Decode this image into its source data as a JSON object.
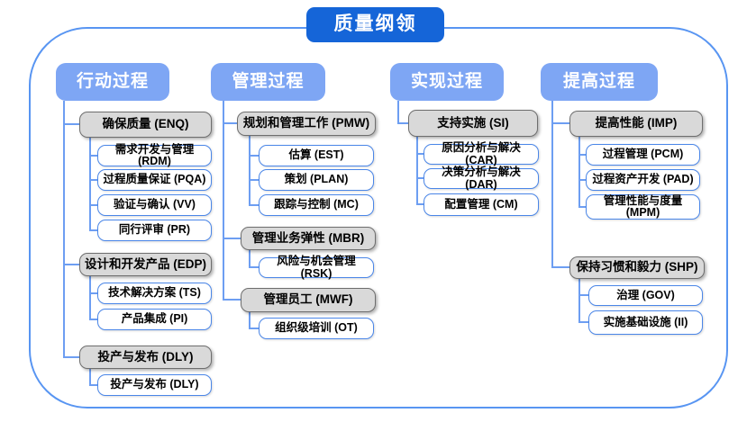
{
  "title": "质量纲领",
  "colors": {
    "title_bg": "#1565D8",
    "header_bg": "#7EA6F4",
    "group_bg": "#D9D9D9",
    "group_border": "#6E6E6E",
    "leaf_border": "#4A86E8",
    "connector": "#6D9EF2",
    "frame_border": "#5895F2"
  },
  "columns": [
    {
      "header": "行动过程",
      "groups": [
        {
          "label": "确保质量 (ENQ)",
          "items": [
            "需求开发与管理 (RDM)",
            "过程质量保证 (PQA)",
            "验证与确认 (VV)",
            "同行评审 (PR)"
          ]
        },
        {
          "label": "设计和开发产品 (EDP)",
          "items": [
            "技术解决方案 (TS)",
            "产品集成 (PI)"
          ]
        },
        {
          "label": "投产与发布 (DLY)",
          "items": [
            "投产与发布 (DLY)"
          ]
        }
      ]
    },
    {
      "header": "管理过程",
      "groups": [
        {
          "label": "规划和管理工作 (PMW)",
          "items": [
            "估算 (EST)",
            "策划 (PLAN)",
            "跟踪与控制 (MC)"
          ]
        },
        {
          "label": "管理业务弹性 (MBR)",
          "items": [
            "风险与机会管理 (RSK)"
          ]
        },
        {
          "label": "管理员工 (MWF)",
          "items": [
            "组织级培训 (OT)"
          ]
        }
      ]
    },
    {
      "header": "实现过程",
      "groups": [
        {
          "label": "支持实施 (SI)",
          "items": [
            "原因分析与解决 (CAR)",
            "决策分析与解决 (DAR)",
            "配置管理 (CM)"
          ]
        }
      ]
    },
    {
      "header": "提高过程",
      "groups": [
        {
          "label": "提高性能 (IMP)",
          "items": [
            "过程管理 (PCM)",
            "过程资产开发 (PAD)",
            "管理性能与度量 (MPM)"
          ]
        },
        {
          "label": "保持习惯和毅力 (SHP)",
          "items": [
            "治理 (GOV)",
            "实施基础设施 (II)"
          ]
        }
      ]
    }
  ]
}
